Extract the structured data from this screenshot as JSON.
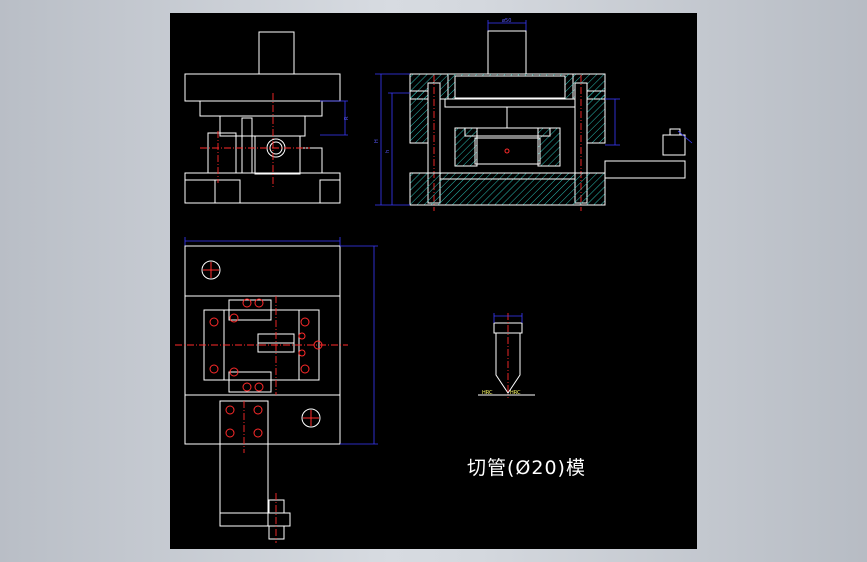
{
  "drawing": {
    "title": "切管(Ø20)模"
  },
  "colors": {
    "background_outer": "#c8ccd2",
    "sheet": "#000000",
    "outline": "#ffffff",
    "centerline": "#ff2a2a",
    "dimension": "#3a3aff",
    "hatch": "#2fd3c8"
  },
  "views": [
    {
      "name": "side-elevation-view"
    },
    {
      "name": "front-section-view"
    },
    {
      "name": "plan-view"
    },
    {
      "name": "cutter-blade-detail"
    }
  ]
}
